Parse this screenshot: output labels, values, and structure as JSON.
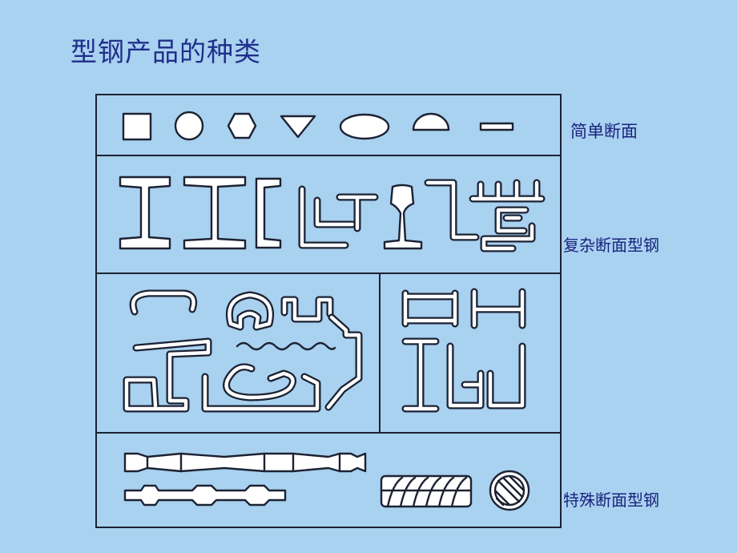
{
  "title": "型钢产品的种类",
  "labels": {
    "simple": "简单断面",
    "complex": "复杂断面型钢",
    "special": "特殊断面型钢"
  },
  "colors": {
    "background": "#a9d1f0",
    "title": "#1f2f8a",
    "label": "#1a237e",
    "outline": "#1c2233",
    "fill": "#ffffff"
  }
}
